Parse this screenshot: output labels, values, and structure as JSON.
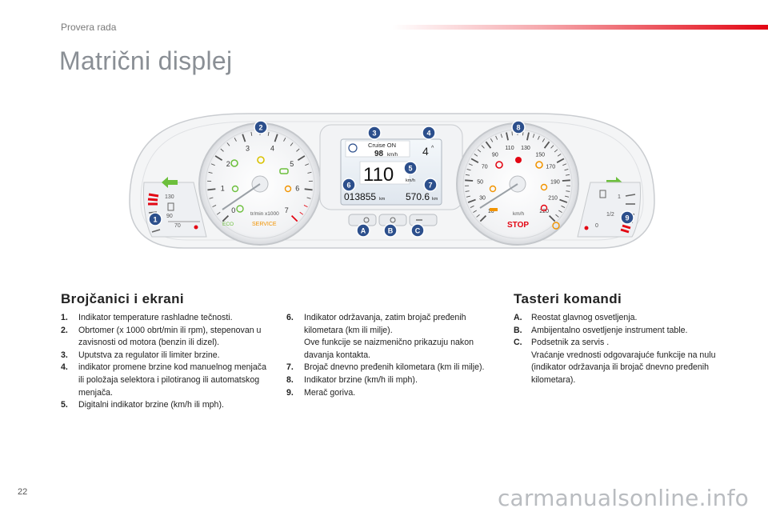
{
  "header": {
    "section": "Provera rada",
    "title": "Matrični displej"
  },
  "cluster": {
    "callouts": {
      "c1": "1",
      "c2": "2",
      "c3": "3",
      "c4": "4",
      "c5": "5",
      "c6": "6",
      "c7": "7",
      "c8": "8",
      "c9": "9",
      "ca": "A",
      "cb": "B",
      "cc": "C"
    },
    "display": {
      "cruise_label": "Cruise ON",
      "cruise_speed": "98",
      "cruise_unit": "km/h",
      "gear": "4",
      "speed": "110",
      "speed_unit": "km/h",
      "odometer": "013855",
      "odometer_unit": "km",
      "trip": "570.6",
      "trip_unit": "km"
    },
    "rev": {
      "ticks": [
        "0",
        "1",
        "2",
        "3",
        "4",
        "5",
        "6",
        "7"
      ],
      "unit": "tr/min x1000",
      "service": "SERVICE",
      "eco": "ECO"
    },
    "temp": {
      "high": "130",
      "mid": "90",
      "low": "70"
    },
    "speedo": {
      "ticks": [
        "10",
        "30",
        "50",
        "70",
        "90",
        "110",
        "130",
        "150",
        "170",
        "190",
        "210",
        "220"
      ],
      "unit": "km/h",
      "stop": "STOP"
    },
    "fuel": {
      "full": "1",
      "half": "1/2",
      "empty": "0"
    },
    "colors": {
      "accent_red": "#e30613",
      "callout_blue": "#2c4f8c",
      "lamp_green": "#6cbf3c",
      "lamp_amber": "#f29400"
    }
  },
  "section_gauges": {
    "title": "Brojčanici i ekrani",
    "items": [
      {
        "num": "1.",
        "text": "Indikator temperature rashladne tečnosti."
      },
      {
        "num": "2.",
        "text": "Obrtomer (x 1000 obrt/min ili rpm), stepenovan u zavisnosti od motora (benzin ili dizel)."
      },
      {
        "num": "3.",
        "text": "Uputstva za regulator ili limiter brzine."
      },
      {
        "num": "4.",
        "text": "indikator promene brzine kod manuelnog menjača ili položaja selektora i pilotiranog ili automatskog menjača."
      },
      {
        "num": "5.",
        "text": "Digitalni indikator brzine (km/h ili mph)."
      }
    ]
  },
  "section_gauges_2": {
    "items": [
      {
        "num": "6.",
        "text": "Indikator održavanja, zatim brojač pređenih kilometara (km ili milje).",
        "text2": "Ove funkcije se naizmenično prikazuju nakon davanja kontakta."
      },
      {
        "num": "7.",
        "text": "Brojač dnevno pređenih kilometara (km ili milje)."
      },
      {
        "num": "8.",
        "text": "Indikator brzine (km/h ili mph)."
      },
      {
        "num": "9.",
        "text": "Merač goriva."
      }
    ]
  },
  "section_controls": {
    "title": "Tasteri komandi",
    "items": [
      {
        "num": "A.",
        "text": "Reostat glavnog osvetljenja."
      },
      {
        "num": "B.",
        "text": "Ambijentalno osvetljenje instrument table."
      },
      {
        "num": "C.",
        "text": "Podsetnik za servis .",
        "text2": "Vraćanje vrednosti odgovarajuće funkcije na nulu (indikator održavanja ili brojač dnevno pređenih kilometara)."
      }
    ]
  },
  "footer": {
    "page": "22",
    "watermark": "carmanualsonline.info"
  }
}
